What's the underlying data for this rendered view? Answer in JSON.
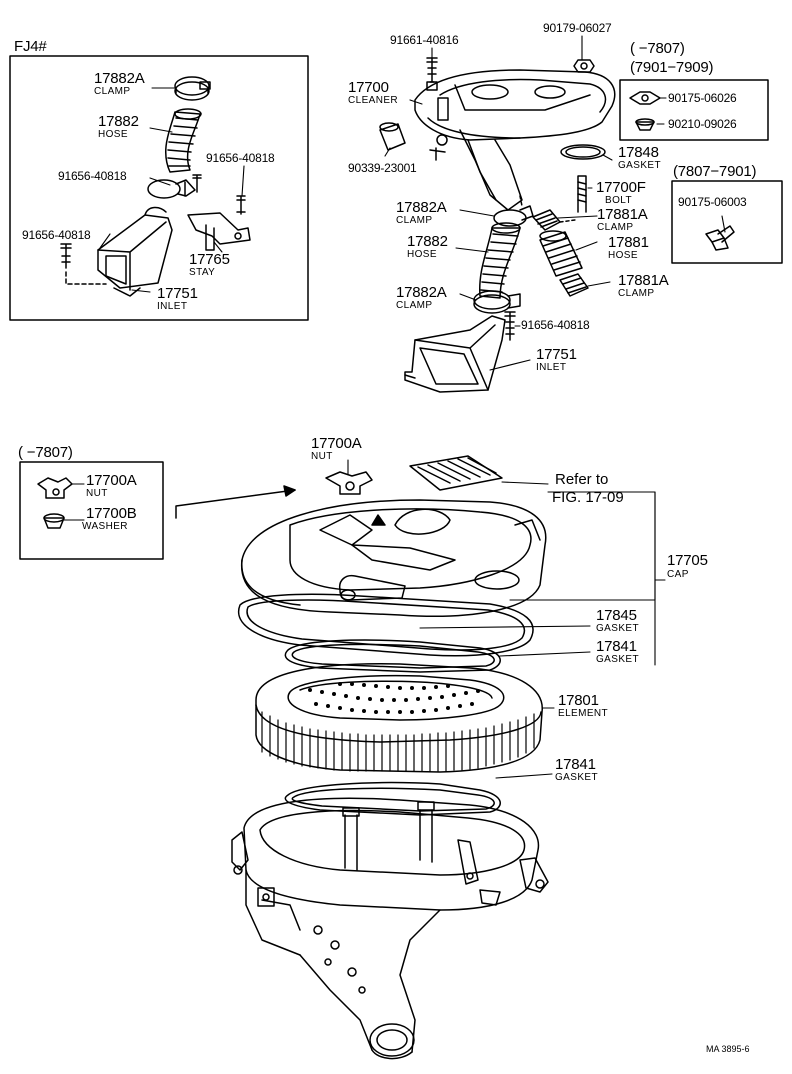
{
  "model_code": "FJ4#",
  "inset_fj4": {
    "clamp": {
      "number": "17882A",
      "name": "CLAMP"
    },
    "hose": {
      "number": "17882",
      "name": "HOSE"
    },
    "bolt_right": {
      "number": "91656-40818"
    },
    "bolt_left": {
      "number": "91656-40818"
    },
    "bolt_lower": {
      "number": "91656-40818"
    },
    "stay": {
      "number": "17765",
      "name": "STAY"
    },
    "inlet": {
      "number": "17751",
      "name": "INLET"
    }
  },
  "upper_assembly": {
    "bolt_top": {
      "number": "91661-40816"
    },
    "nut_top": {
      "number": "90179-06027"
    },
    "cleaner": {
      "number": "17700",
      "name": "CLEANER"
    },
    "grommet": {
      "number": "90339-23001"
    },
    "gasket": {
      "number": "17848",
      "name": "GASKET"
    },
    "bolt": {
      "number": "17700F",
      "name": "BOLT"
    },
    "clamp_a_left": {
      "number": "17882A",
      "name": "CLAMP"
    },
    "clamp_a_right": {
      "number": "17881A",
      "name": "CLAMP"
    },
    "hose_left": {
      "number": "17882",
      "name": "HOSE"
    },
    "hose_right": {
      "number": "17881",
      "name": "HOSE"
    },
    "clamp_b_left": {
      "number": "17882A",
      "name": "CLAMP"
    },
    "clamp_b_right": {
      "number": "17881A",
      "name": "CLAMP"
    },
    "bolt_inlet": {
      "number": "91656-40818"
    },
    "inlet": {
      "number": "17751",
      "name": "INLET"
    }
  },
  "variant_7901_7909": {
    "line1": "(       −7807)",
    "line2": "(7901−7909)",
    "nut": {
      "number": "90175-06026"
    },
    "washer": {
      "number": "90210-09026"
    }
  },
  "variant_7807_7901": {
    "header": "(7807−7901)",
    "nut": {
      "number": "90175-06003"
    }
  },
  "variant_7807": {
    "header": "(       −7807)",
    "nut": {
      "number": "17700A",
      "name": "NUT"
    },
    "washer": {
      "number": "17700B",
      "name": "WASHER"
    }
  },
  "lower_assembly": {
    "nut": {
      "number": "17700A",
      "name": "NUT"
    },
    "refer_line1": "Refer to",
    "refer_line2": "FIG. 17-09",
    "cap": {
      "number": "17705",
      "name": "CAP"
    },
    "gasket_top": {
      "number": "17845",
      "name": "GASKET"
    },
    "gasket_mid": {
      "number": "17841",
      "name": "GASKET"
    },
    "element": {
      "number": "17801",
      "name": "ELEMENT"
    },
    "gasket_bottom": {
      "number": "17841",
      "name": "GASKET"
    }
  },
  "footer_code": "MA  3895-6"
}
